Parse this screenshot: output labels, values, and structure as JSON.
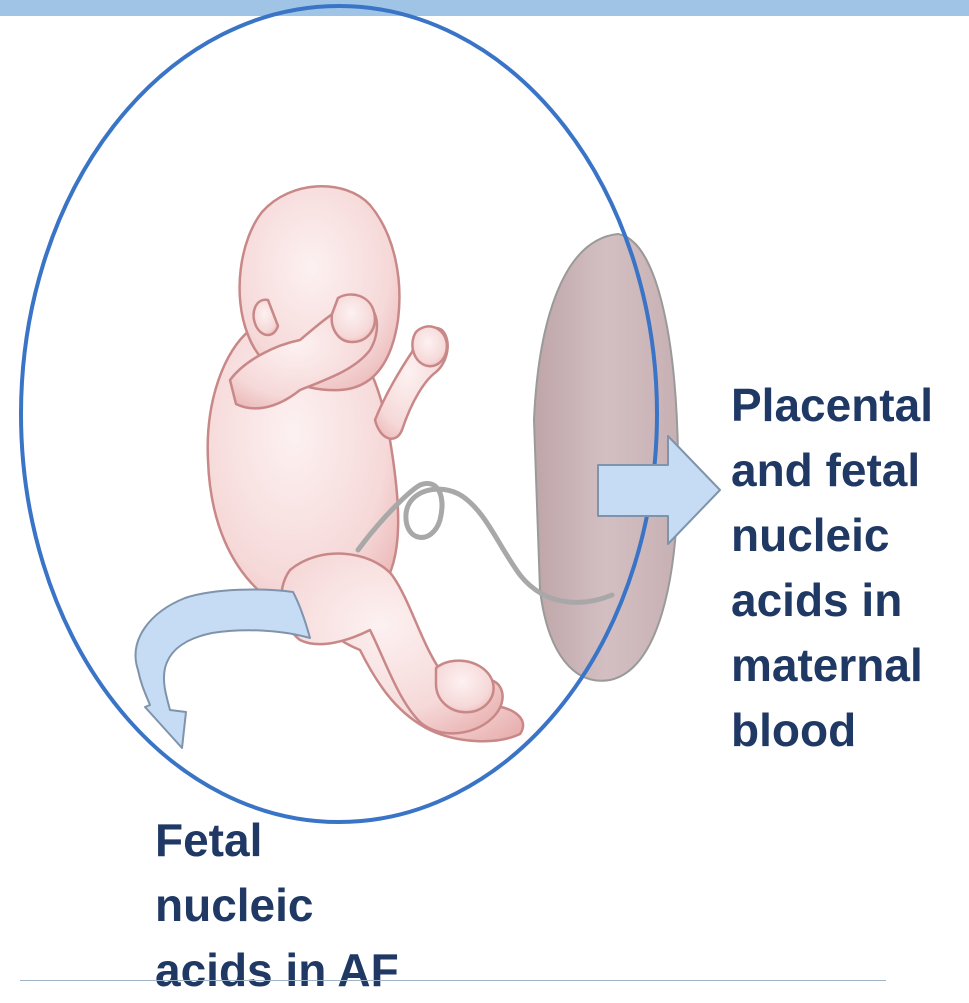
{
  "labels": {
    "placental_blood": [
      "Placental",
      "and fetal",
      "nucleic",
      "acids in",
      "maternal",
      "blood"
    ],
    "amniotic_fluid": [
      "Fetal",
      "nucleic",
      "acids in AF"
    ]
  },
  "colors": {
    "top_band": "#9fc4e6",
    "uterus_outline": "#3a74c7",
    "arrow_fill": "#c6dcf5",
    "arrow_stroke": "#7f94ab",
    "placenta_fill": "#c9b3b6",
    "fetus_skin": "#f7dcdc",
    "fetus_outline": "#c98888",
    "cord": "#a8a8a8",
    "label_text": "#1f3864"
  },
  "icons": {
    "fetus": "fetus-illustration-icon",
    "placenta": "placenta-icon",
    "cord": "umbilical-cord-icon"
  }
}
